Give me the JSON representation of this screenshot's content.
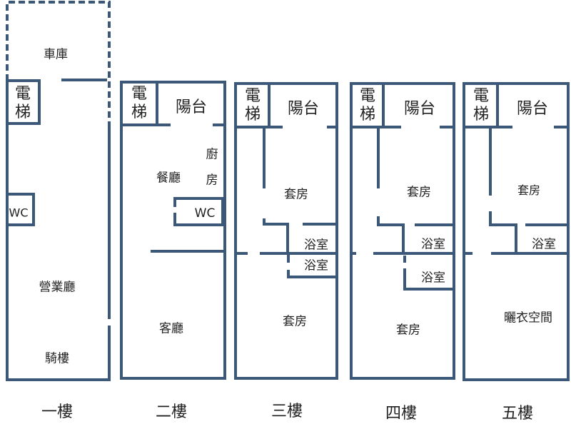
{
  "floors": [
    {
      "name": "一樓",
      "rooms": {
        "garage": "車庫",
        "elevator_1": "電",
        "elevator_2": "梯",
        "wc": "WC",
        "hall": "營業廳",
        "arcade": "騎樓"
      }
    },
    {
      "name": "二樓",
      "rooms": {
        "elevator_1": "電",
        "elevator_2": "梯",
        "balcony": "陽台",
        "kitchen_1": "廚",
        "kitchen_2": "房",
        "dining": "餐廳",
        "wc": "WC",
        "living": "客廳"
      }
    },
    {
      "name": "三樓",
      "rooms": {
        "elevator_1": "電",
        "elevator_2": "梯",
        "balcony": "陽台",
        "suite_a": "套房",
        "bath_a": "浴室",
        "bath_b": "浴室",
        "suite_b": "套房"
      }
    },
    {
      "name": "四樓",
      "rooms": {
        "elevator_1": "電",
        "elevator_2": "梯",
        "balcony": "陽台",
        "suite_a": "套房",
        "bath_a": "浴室",
        "bath_b": "浴室",
        "suite_b": "套房"
      }
    },
    {
      "name": "五樓",
      "rooms": {
        "elevator_1": "電",
        "elevator_2": "梯",
        "balcony": "陽台",
        "suite_a": "套房",
        "bath_a": "浴室",
        "laundry": "曬衣空間"
      }
    }
  ],
  "colors": {
    "wall": "#3b5879"
  }
}
